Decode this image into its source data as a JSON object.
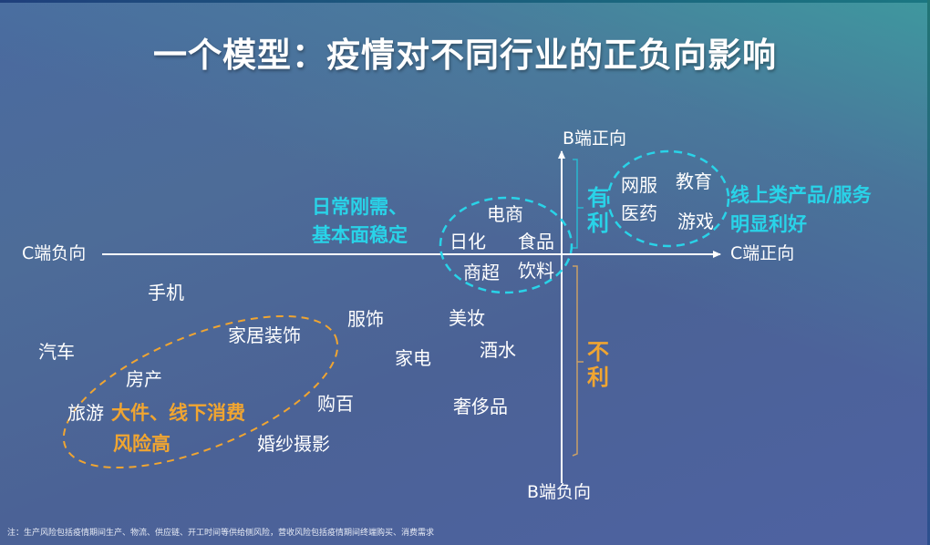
{
  "title": "一个模型：疫情对不同行业的正负向影响",
  "axes": {
    "b_positive": "B端正向",
    "b_negative": "B端负向",
    "c_positive": "C端正向",
    "c_negative": "C端负向"
  },
  "brackets": {
    "favorable": "有利",
    "unfavorable": "不利"
  },
  "groups": {
    "daily_needs": {
      "line1": "日常刚需、",
      "line2": "基本面稳定",
      "items": [
        "电商",
        "日化",
        "食品",
        "商超",
        "饮料"
      ]
    },
    "online": {
      "line1": "线上类产品/服务",
      "line2": "明显利好",
      "items": [
        "网服",
        "教育",
        "医药",
        "游戏"
      ]
    },
    "offline": {
      "line1": "大件、线下消费",
      "line2": "风险高",
      "items": [
        "家居装饰",
        "房产",
        "旅游"
      ]
    }
  },
  "industries": {
    "phone": "手机",
    "car": "汽车",
    "apparel": "服饰",
    "cosmetics": "美妆",
    "appliances": "家电",
    "liquor": "酒水",
    "department_store": "购百",
    "luxury": "奢侈品",
    "wedding_photo": "婚纱摄影"
  },
  "footnote": "注：生产风险包括疫情期间生产、物流、供应链、开工时间等供给侧风险，营收风险包括疫情期间终端购买、消费需求",
  "colors": {
    "accent_positive": "#29d3e8",
    "accent_negative": "#f0a531",
    "axis": "#ffffff"
  }
}
